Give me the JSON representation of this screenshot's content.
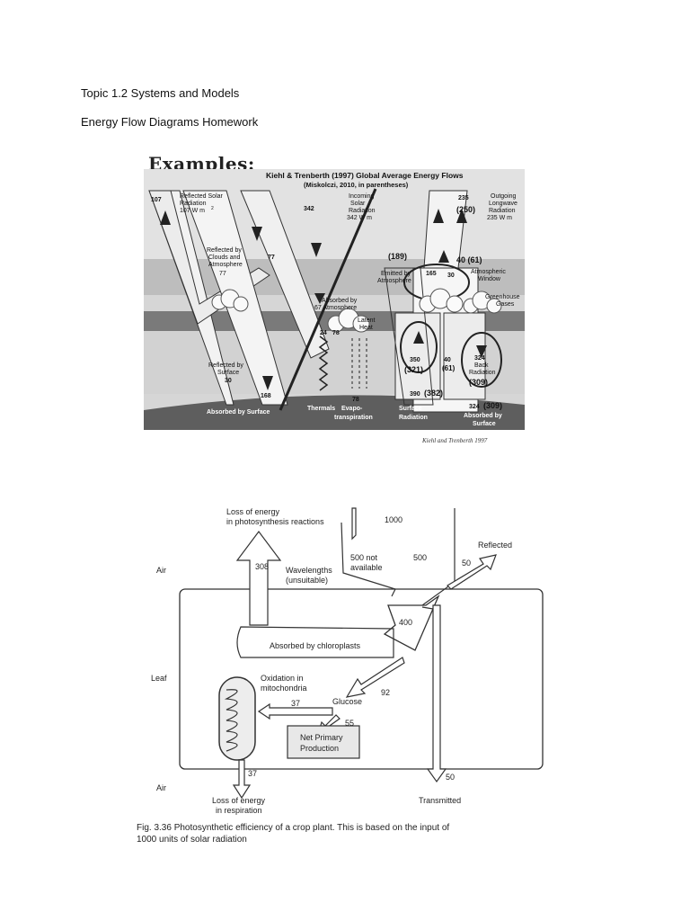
{
  "header": {
    "topic": "Topic 1.2 Systems and Models",
    "subtitle": "Energy Flow Diagrams Homework"
  },
  "examples_label": "Examples:",
  "diagram1": {
    "title": "Kiehl & Trenberth (1997) Global Average Energy Flows",
    "subtitle": "(Miskolczi, 2010, in parentheses)",
    "reflected_solar_value": "107",
    "reflected_solar_label_1": "Reflected Solar",
    "reflected_solar_label_2": "Radiation",
    "reflected_solar_label_3": "107 W m",
    "incoming_value": "342",
    "incoming_label_1": "Incoming",
    "incoming_label_2": "Solar",
    "incoming_label_3": "Radiation",
    "incoming_label_4": "342 W m",
    "outgoing_value": "235",
    "outgoing_alt": "(250)",
    "outgoing_label_1": "Outgoing",
    "outgoing_label_2": "Longwave",
    "outgoing_label_3": "Radiation",
    "outgoing_label_4": "235 W m",
    "reflected_clouds_label_1": "Reflected by",
    "reflected_clouds_label_2": "Clouds and",
    "reflected_clouds_label_3": "Atmosphere",
    "reflected_clouds_value": "77",
    "reflected_clouds_value_b": "77",
    "emitted_alt": "(189)",
    "emitted_value": "165",
    "emitted_label_1": "Emitted by",
    "emitted_label_2": "Atmosphere",
    "window_value": "30",
    "window_pair": "40 (61)",
    "window_label_1": "Atmospheric",
    "window_label_2": "Window",
    "greenhouse_label_1": "Greenhouse",
    "greenhouse_label_2": "Gases",
    "absorbed_atm_label_1": "Absorbed by",
    "absorbed_atm_label_2": "67 Atmosphere",
    "latent_value": "78",
    "latent_label_1": "Latent",
    "latent_label_2": "Heat",
    "thermals_value": "24",
    "evapo_value": "78",
    "surface_emit_value": "350",
    "surface_emit_alt": "(321)",
    "window_small": "40",
    "window_small_alt": "(61)",
    "back_value": "324",
    "back_label_1": "Back",
    "back_label_2": "Radiation",
    "back_alt": "(309)",
    "reflected_surface_label_1": "Reflected by",
    "reflected_surface_label_2": "Surface",
    "reflected_surface_value": "30",
    "absorbed_surface_value": "168",
    "surface_rad_value": "390",
    "surface_rad_alt": "(382)",
    "absorbed_surface2_value": "324",
    "absorbed_surface2_alt": "(309)",
    "label_absorbed_surface": "Absorbed by Surface",
    "label_thermals": "Thermals",
    "label_evapo_1": "Evapo-",
    "label_evapo_2": "transpiration",
    "label_surface_rad_1": "Surface",
    "label_surface_rad_2": "Radiation",
    "label_absorbed_by_1": "Absorbed by",
    "label_absorbed_by_2": "Surface",
    "credit": "Kiehl and Trenberth 1997"
  },
  "diagram2": {
    "loss_photo_1": "Loss of energy",
    "loss_photo_2": "in photosynthesis reactions",
    "input_value": "1000",
    "not_available_value": "500 not",
    "not_available_label": "available",
    "available_value": "500",
    "reflected_label": "Reflected",
    "reflected_value": "50",
    "air_top": "Air",
    "wavelength_value": "308",
    "wavelength_label_1": "Wavelengths",
    "wavelength_label_2": "(unsuitable)",
    "absorbed_value": "400",
    "absorbed_label": "Absorbed by chloroplasts",
    "leaf_label": "Leaf",
    "oxidation_label_1": "Oxidation in",
    "oxidation_label_2": "mitochondria",
    "glucose_value": "92",
    "glucose_label": "Glucose",
    "respiration_internal_value": "37",
    "npp_value": "55",
    "npp_label_1": "Net Primary",
    "npp_label_2": "Production",
    "respiration_out_value": "37",
    "transmitted_value": "50",
    "air_bottom": "Air",
    "loss_resp_1": "Loss of energy",
    "loss_resp_2": "in respiration",
    "transmitted_label": "Transmitted",
    "caption_1": "Fig. 3.36 Photosynthetic efficiency of a crop plant. This is based on the input of",
    "caption_2": "1000 units of solar radiation"
  }
}
